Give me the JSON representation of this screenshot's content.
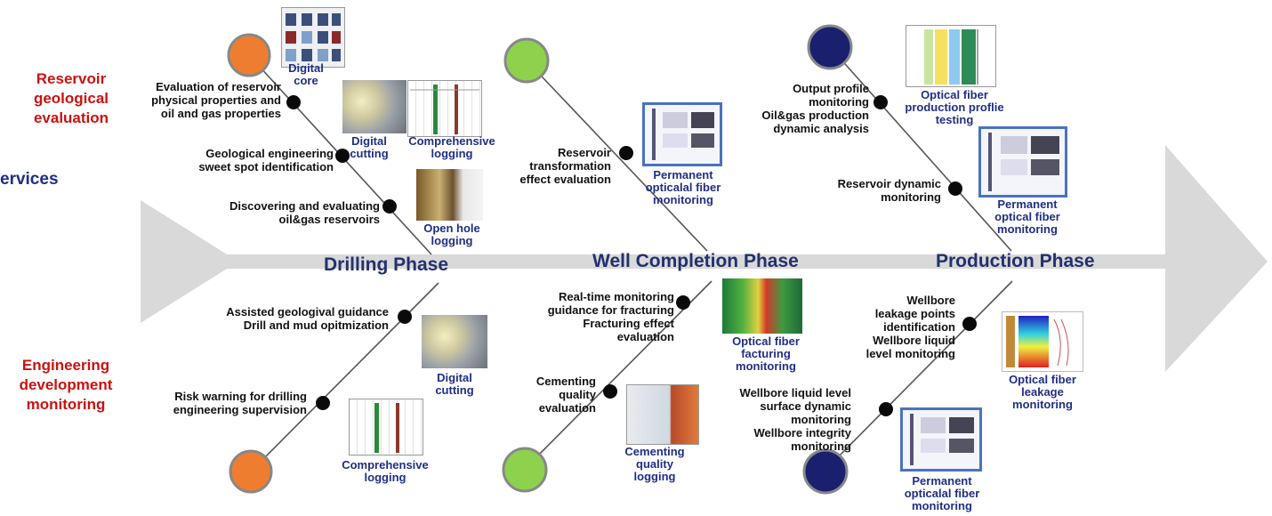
{
  "categories": {
    "reservoir": "Reservoir\ngeological\nevaluation",
    "services": "ervices",
    "engineering": "Engineering\ndevelopment\nmonitoring"
  },
  "phases": {
    "drilling": "Drilling Phase",
    "completion": "Well Completion Phase",
    "production": "Production Phase"
  },
  "items": {
    "eval_reservoir_props": "Evaluation of reservoir\nphysical properties and\noil and gas properties",
    "geo_eng_sweet": "Geological engineering\nsweet spot identification",
    "discovering": "Discovering and evaluating\noil&gas reservoirs",
    "reservoir_transform": "Reservoir\ntransformation\neffect evaluation",
    "output_profile": "Output profile\nmonitoring\nOil&gas production\ndynamic analysis",
    "reservoir_dynamic": "Reservoir dynamic\nmonitoring",
    "assisted_guidance": "Assisted geologival guidance\nDrill and mud opitmization",
    "risk_warning": "Risk warning for drilling\nengineering supervision",
    "realtime_fracturing": "Real-time monitoring\nguidance for fracturing\nFracturing effect\nevaluation",
    "cementing_quality": "Cementing\nquality\nevaluation",
    "wellbore_leakage": "Wellbore\nleakage points\nidentification\nWellbore liquid\nlevel monitoring",
    "wellbore_surface": "Wellbore liquid level\nsurface dynamic\nmonitoring\nWellbore integrity\nmonitoring"
  },
  "tools": {
    "digital_core": "Digital\ncore",
    "digital_cutting_top": "Digital\ncutting",
    "comprehensive_logging_top": "Comprehensive\nlogging",
    "open_hole_logging": "Open hole\nlogging",
    "permanent_fiber_completion": "Permanent\nopticalal fiber\nmonitoring",
    "optical_production_profile": "Optical fiber\nproduction proflie\ntesting",
    "permanent_fiber_production": "Permanent\noptical fiber\nmonitoring",
    "digital_cutting_bottom": "Digital\ncutting",
    "comprehensive_logging_bottom": "Comprehensive\nlogging",
    "optical_fracturing": "Optical fiber\nfacturing\nmonitoring",
    "cementing_logging": "Cementing\nquality\nlogging",
    "optical_leakage": "Optical fiber\nleakage\nmonitoring",
    "permanent_fiber_bottom": "Permanent\nopticalal fiber\nmonitoring"
  },
  "colors": {
    "drilling": "#ef7d2f",
    "completion": "#8dd14d",
    "production": "#1a1f6e",
    "arrow": "#d9d9d9",
    "category": "#cc1111",
    "tool_label": "#1f2e86",
    "phase_label": "#22306e"
  }
}
